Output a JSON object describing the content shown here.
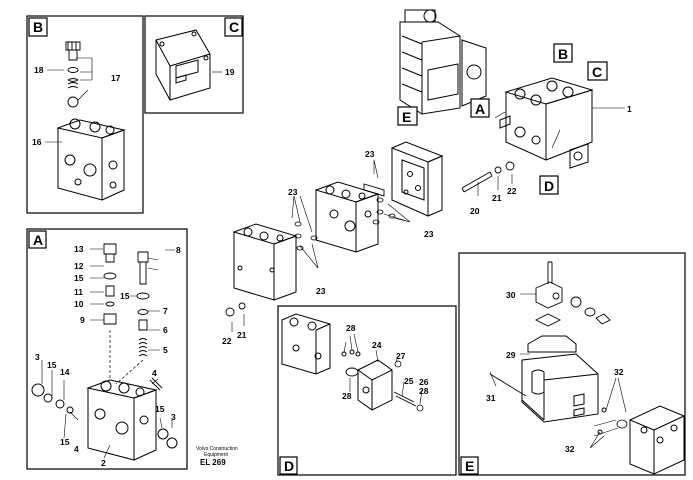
{
  "panels": {
    "A": "A",
    "B": "B",
    "C": "C",
    "D": "D",
    "E": "E"
  },
  "callouts": {
    "main": {
      "A": "A",
      "B": "B",
      "C": "C",
      "D": "D",
      "E": "E"
    },
    "parts": {
      "p1": "1",
      "p2": "2",
      "p3": "3",
      "p3b": "3",
      "p4": "4",
      "p4b": "4",
      "p5": "5",
      "p6": "6",
      "p7": "7",
      "p8": "8",
      "p9": "9",
      "p10": "10",
      "p11": "11",
      "p12": "12",
      "p13": "13",
      "p14": "14",
      "p15a": "15",
      "p15b": "15",
      "p15c": "15",
      "p15d": "15",
      "p15e": "15",
      "p16": "16",
      "p17": "17",
      "p18": "18",
      "p19": "19",
      "p20": "20",
      "p21a": "21",
      "p21b": "21",
      "p22a": "22",
      "p22b": "22",
      "p23a": "23",
      "p23b": "23",
      "p23c": "23",
      "p23d": "23",
      "p24": "24",
      "p25": "25",
      "p26": "26",
      "p27": "27",
      "p28a": "28",
      "p28b": "28",
      "p28c": "28",
      "p29": "29",
      "p30": "30",
      "p31": "31",
      "p32a": "32",
      "p32b": "32"
    }
  },
  "footer": {
    "line1": "Volvo Construction",
    "line2": "Equipment",
    "code": "EL 269"
  }
}
